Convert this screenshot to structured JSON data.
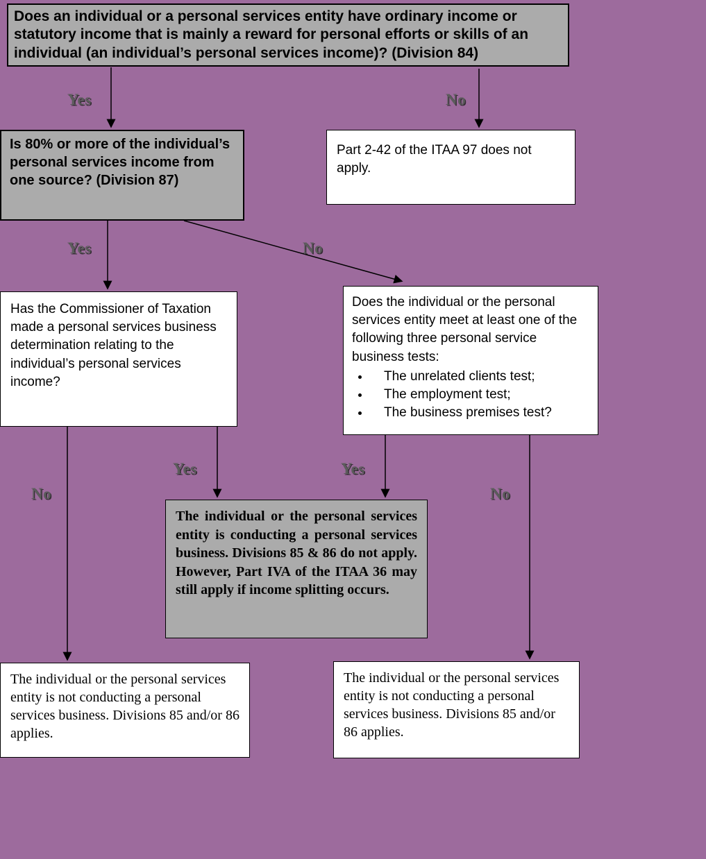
{
  "title": "Personal services income decision flowchart",
  "colors": {
    "background": "#9D6B9D",
    "box_gray": "#ABABAB",
    "box_white": "#FFFFFF",
    "border": "#000000"
  },
  "nodes": {
    "q_division84": {
      "text": "Does an individual or a personal services entity have ordinary income or statutory income that is mainly a reward for personal efforts or skills of an individual (an individual’s personal services income)? (Division 84)"
    },
    "q_80_percent": {
      "text": "Is 80% or more of the individual’s personal services income from one source? (Division 87)"
    },
    "r_part242": {
      "text": "Part 2-42 of the ITAA 97 does not apply."
    },
    "q_commissioner": {
      "text": "Has the Commissioner of Taxation made a personal services business determination relating to the individual’s personal services income?"
    },
    "q_tests": {
      "intro": "Does the individual or the personal services entity meet at least one of the following three personal service business tests:",
      "bullets": [
        "The unrelated clients test;",
        "The employment test;",
        "The business premises test?"
      ]
    },
    "r_conducting": {
      "text": "The individual or the personal services entity is conducting a personal services business.  Divisions 85 & 86 do not apply.  However, Part IVA of the ITAA 36 may still apply if income splitting occurs."
    },
    "r_not_conducting_left": {
      "text": "The individual or the personal services entity is not conducting a personal services business.  Divisions 85 and/or 86 applies."
    },
    "r_not_conducting_right": {
      "text": "The individual or the personal services entity is not conducting a personal services business.  Divisions 85 and/or 86 applies."
    }
  },
  "edge_labels": {
    "yes1": "Yes",
    "no1": "No",
    "yes2": "Yes",
    "no2": "No",
    "yes3": "Yes",
    "yes4": "Yes",
    "no3": "No",
    "no4": "No"
  }
}
